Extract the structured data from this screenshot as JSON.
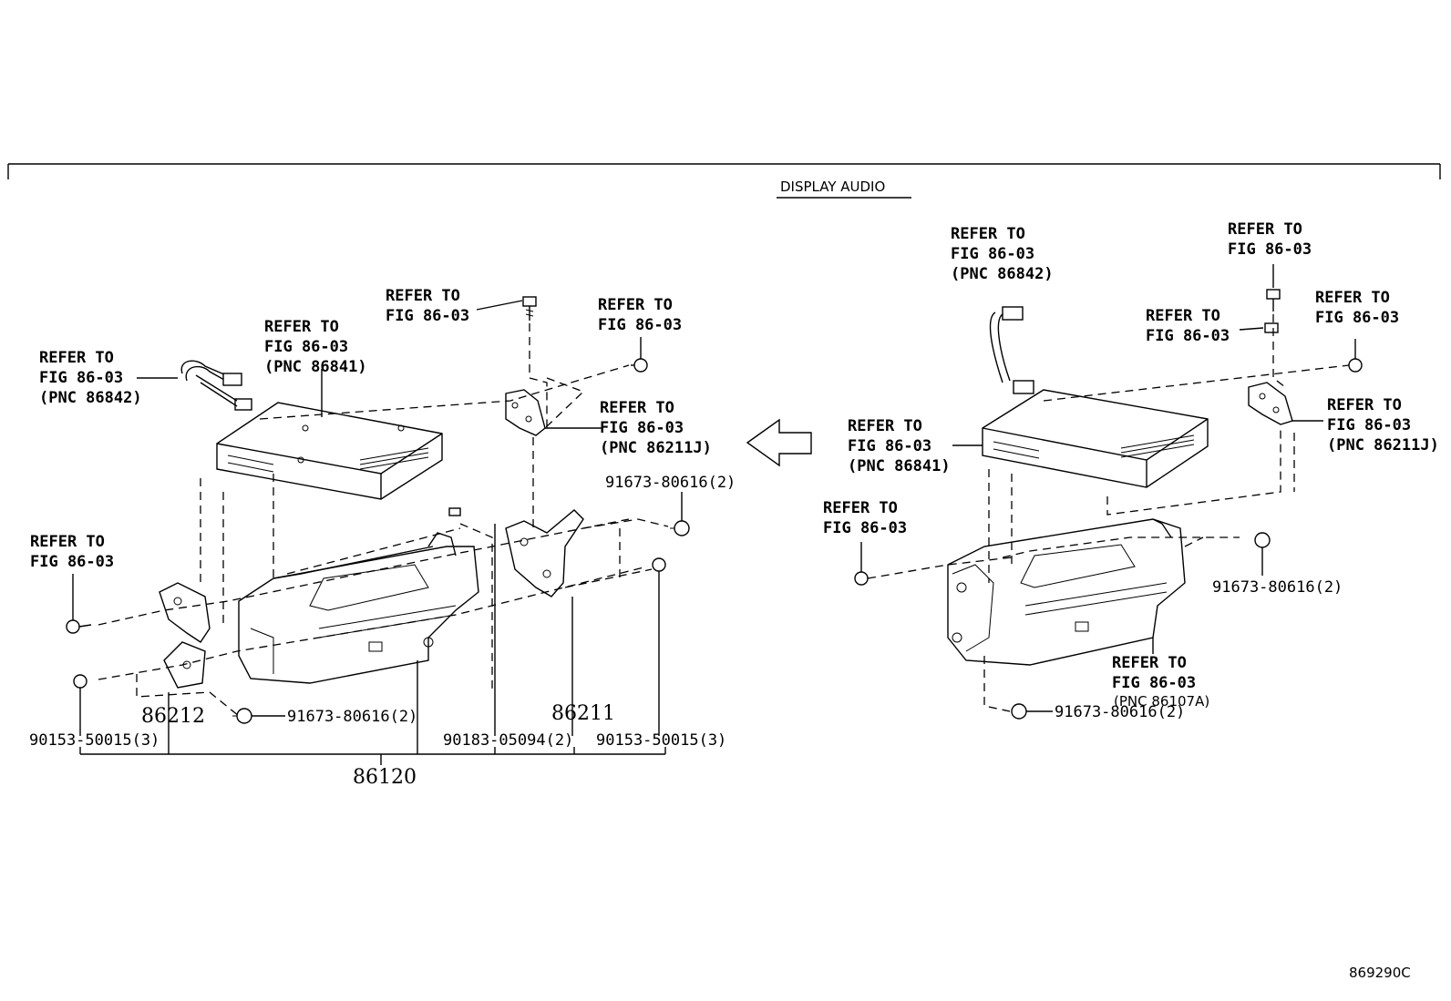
{
  "header": {
    "title": "DISPLAY AUDIO"
  },
  "figure_code": "869290C",
  "left_panel": {
    "refer_harness": [
      "REFER TO",
      "FIG 86-03",
      "(PNC 86842)"
    ],
    "refer_unit": [
      "REFER TO",
      "FIG 86-03",
      "(PNC 86841)"
    ],
    "refer_screw_top": [
      "REFER TO",
      "FIG 86-03"
    ],
    "refer_bolt_right": [
      "REFER TO",
      "FIG 86-03"
    ],
    "refer_bracket": [
      "REFER TO",
      "FIG 86-03",
      "(PNC 86211J)"
    ],
    "refer_bolt_left": [
      "REFER TO",
      "FIG 86-03"
    ],
    "screw_91673_upper": "91673-80616(2)",
    "screw_91673_lower": "91673-80616(2)",
    "part_86212": "86212",
    "part_86211": "86211",
    "part_86120": "86120",
    "screw_90153_left": "90153-50015(3)",
    "screw_90183": "90183-05094(2)",
    "screw_90153_right": "90153-50015(3)"
  },
  "right_panel": {
    "refer_harness": [
      "REFER TO",
      "FIG 86-03",
      "(PNC 86842)"
    ],
    "refer_screw_top": [
      "REFER TO",
      "FIG 86-03"
    ],
    "refer_clip": [
      "REFER TO",
      "FIG 86-03"
    ],
    "refer_bolt_right": [
      "REFER TO",
      "FIG 86-03"
    ],
    "refer_bracket": [
      "REFER TO",
      "FIG 86-03",
      "(PNC 86211J)"
    ],
    "refer_unit": [
      "REFER TO",
      "FIG 86-03",
      "(PNC 86841)"
    ],
    "refer_bolt_left": [
      "REFER TO",
      "FIG 86-03"
    ],
    "screw_91673_right": "91673-80616(2)",
    "refer_assembly": [
      "REFER TO",
      "FIG 86-03"
    ],
    "refer_assembly_pnc": "(PNC 86107A)",
    "screw_91673_bottom": "91673-80616(2)"
  }
}
